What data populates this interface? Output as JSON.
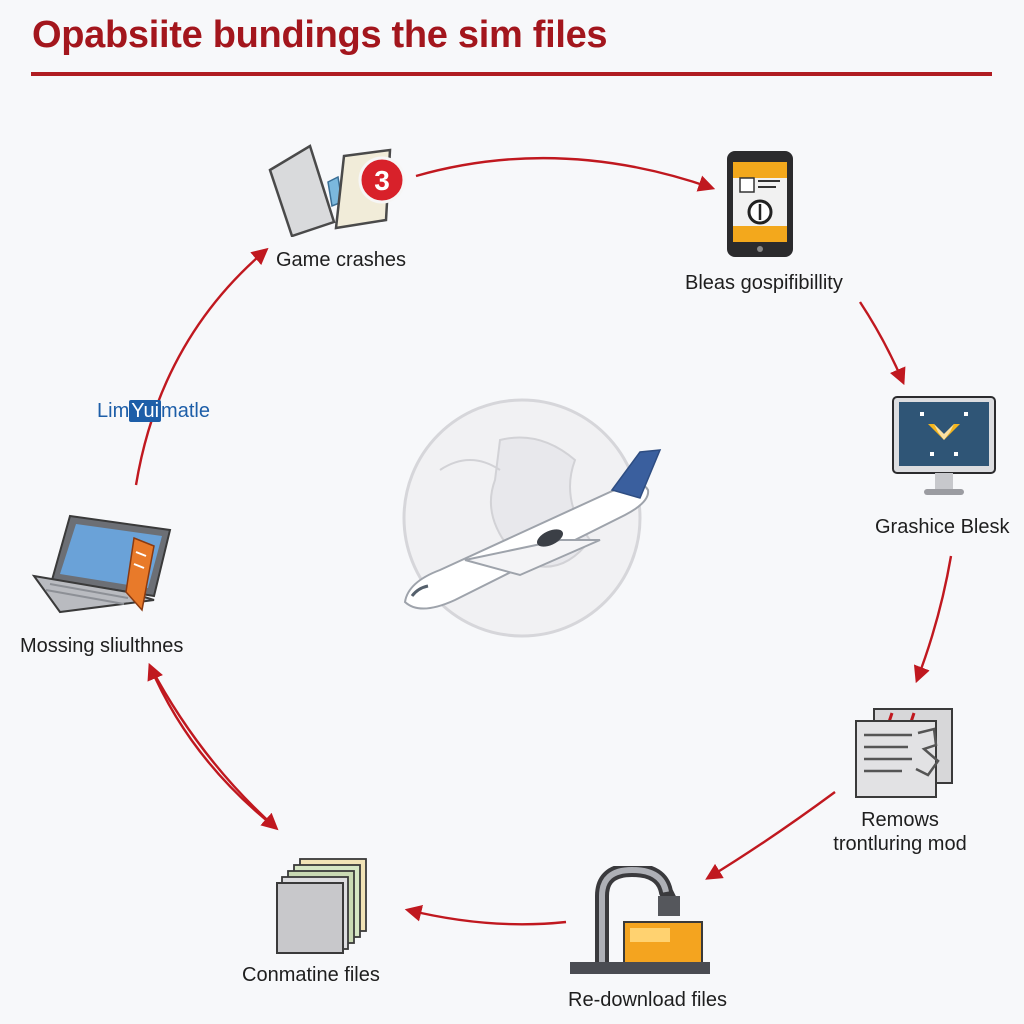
{
  "title": "Opabsiite bundings the sim files",
  "nodes": [
    {
      "id": "game-crashes",
      "label": "Game crashes",
      "icon": "crashed-documents-icon",
      "badge": "3"
    },
    {
      "id": "compatibility",
      "label": "Bleas gospifibillity",
      "icon": "phone-checklist-icon"
    },
    {
      "id": "graphics",
      "label": "Grashice Blesk",
      "icon": "monitor-graphics-icon"
    },
    {
      "id": "remove-mod",
      "label_line1": "Remows",
      "label_line2": "trontluring mod",
      "icon": "document-stack-icon"
    },
    {
      "id": "redownload",
      "label": "Re-download files",
      "icon": "download-machine-icon"
    },
    {
      "id": "combine",
      "label": "Conmatine files",
      "icon": "file-stack-icon"
    },
    {
      "id": "missing",
      "label": "Mossing sliulthnes",
      "icon": "laptop-icon"
    }
  ],
  "side_label": {
    "before": "Lim",
    "highlight": "Yui",
    "after": "matle"
  },
  "center_icon": "airplane-globe-icon",
  "colors": {
    "accent": "#b01c22",
    "arrow": "#c0181f",
    "text": "#1e1e1e",
    "link": "#1d5ea8"
  }
}
